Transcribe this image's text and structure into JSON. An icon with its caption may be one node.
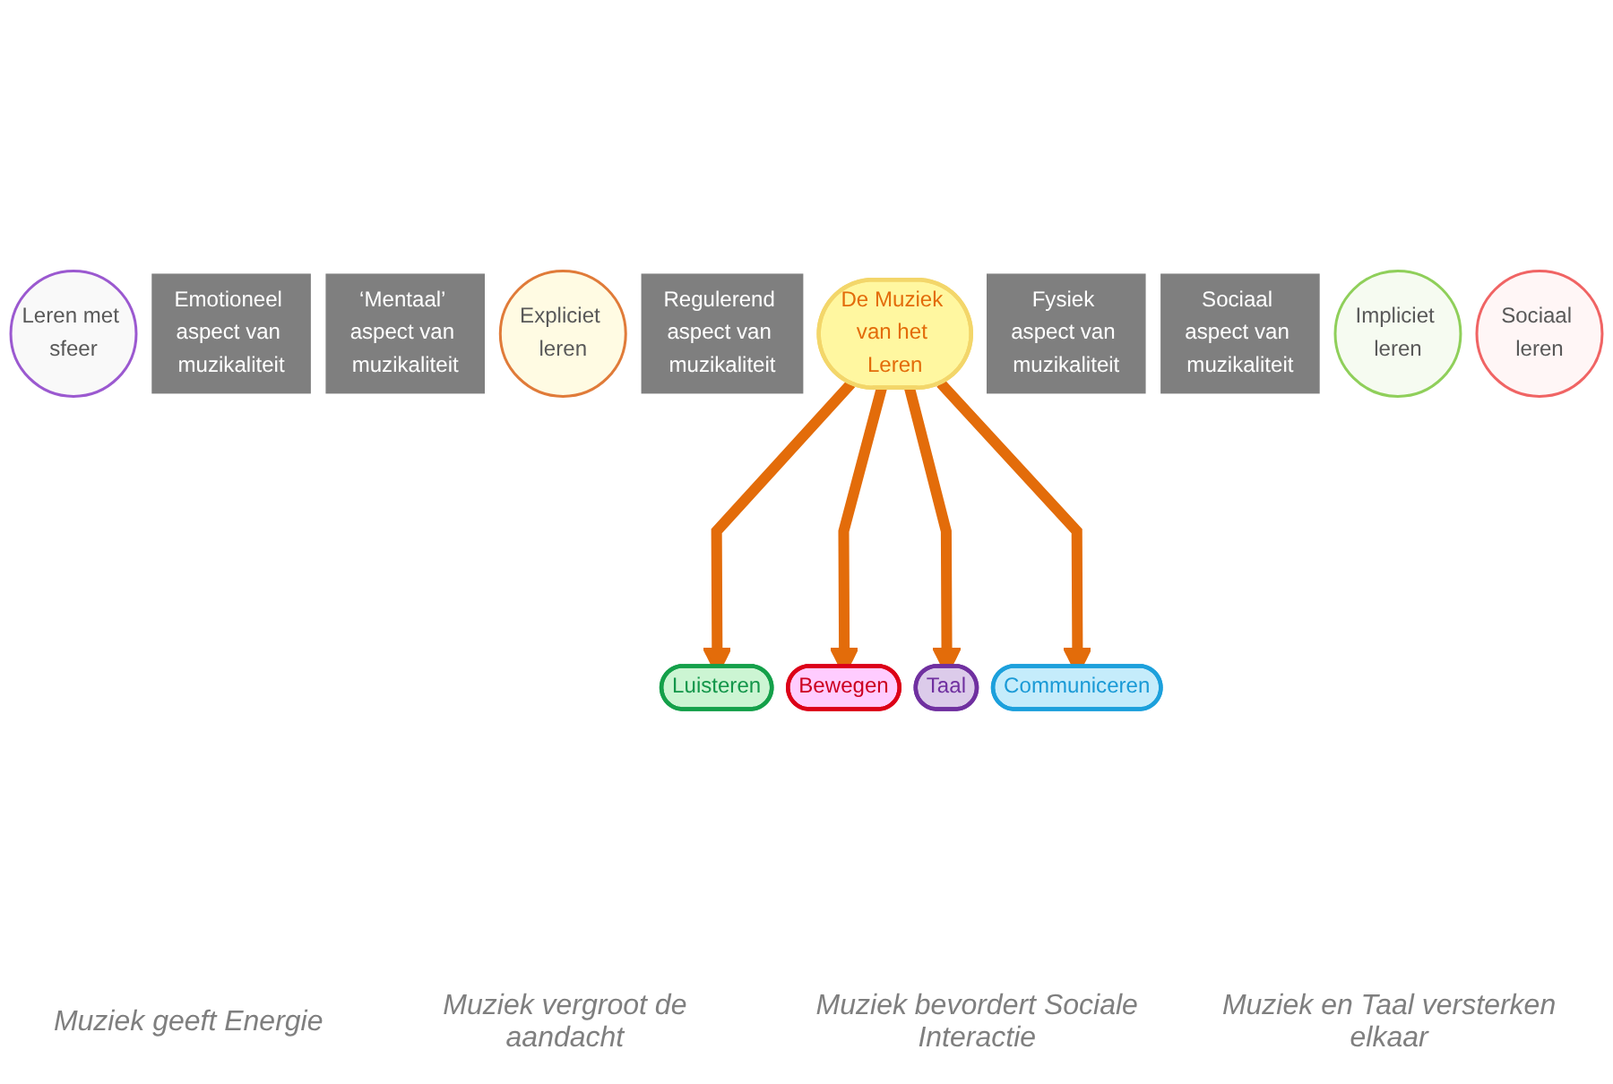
{
  "diagram": {
    "nodes": [
      {
        "text": [
          "Emotioneel aspect van muzikaliteit"
        ]
      },
      {
        "text": [
          "Regulerend aspect van muzikaliteit"
        ]
      },
      {
        "text": [
          "Fysiek aspect van muzikaliteit"
        ]
      },
      {
        "text": [
          "Leren met sfeer"
        ]
      },
      {
        "text": [
          "Impliciet leren"
        ]
      },
      {
        "text": [
          "Luisteren"
        ]
      },
      {
        "text": [
          "Bewegen"
        ]
      },
      {
        "text": [
          "De Muziek van het Leren"
        ]
      },
      {
        "text": [
          "Taal"
        ]
      },
      {
        "text": [
          "Communiceren"
        ]
      },
      {
        "text": [
          "Expliciet leren"
        ]
      },
      {
        "text": [
          "Sociaal leren"
        ]
      },
      {
        "text": [
          "‘Mentaal’ aspect van muzikaliteit"
        ]
      },
      {
        "text": [
          "Sociaal aspect van muzikaliteit"
        ]
      }
    ],
    "edges": [
      {
        "from": 7,
        "to": 5,
        "arrow": "to"
      },
      {
        "from": 7,
        "to": 6,
        "arrow": "to"
      },
      {
        "from": 7,
        "to": 8,
        "arrow": "to"
      },
      {
        "from": 7,
        "to": 9,
        "arrow": "to"
      }
    ],
    "labels": [
      "Muziek geeft Energie",
      "Muziek vergroot de aandacht",
      "Muziek bevordert Sociale Interactie",
      "Muziek en Taal versterken elkaar"
    ]
  }
}
